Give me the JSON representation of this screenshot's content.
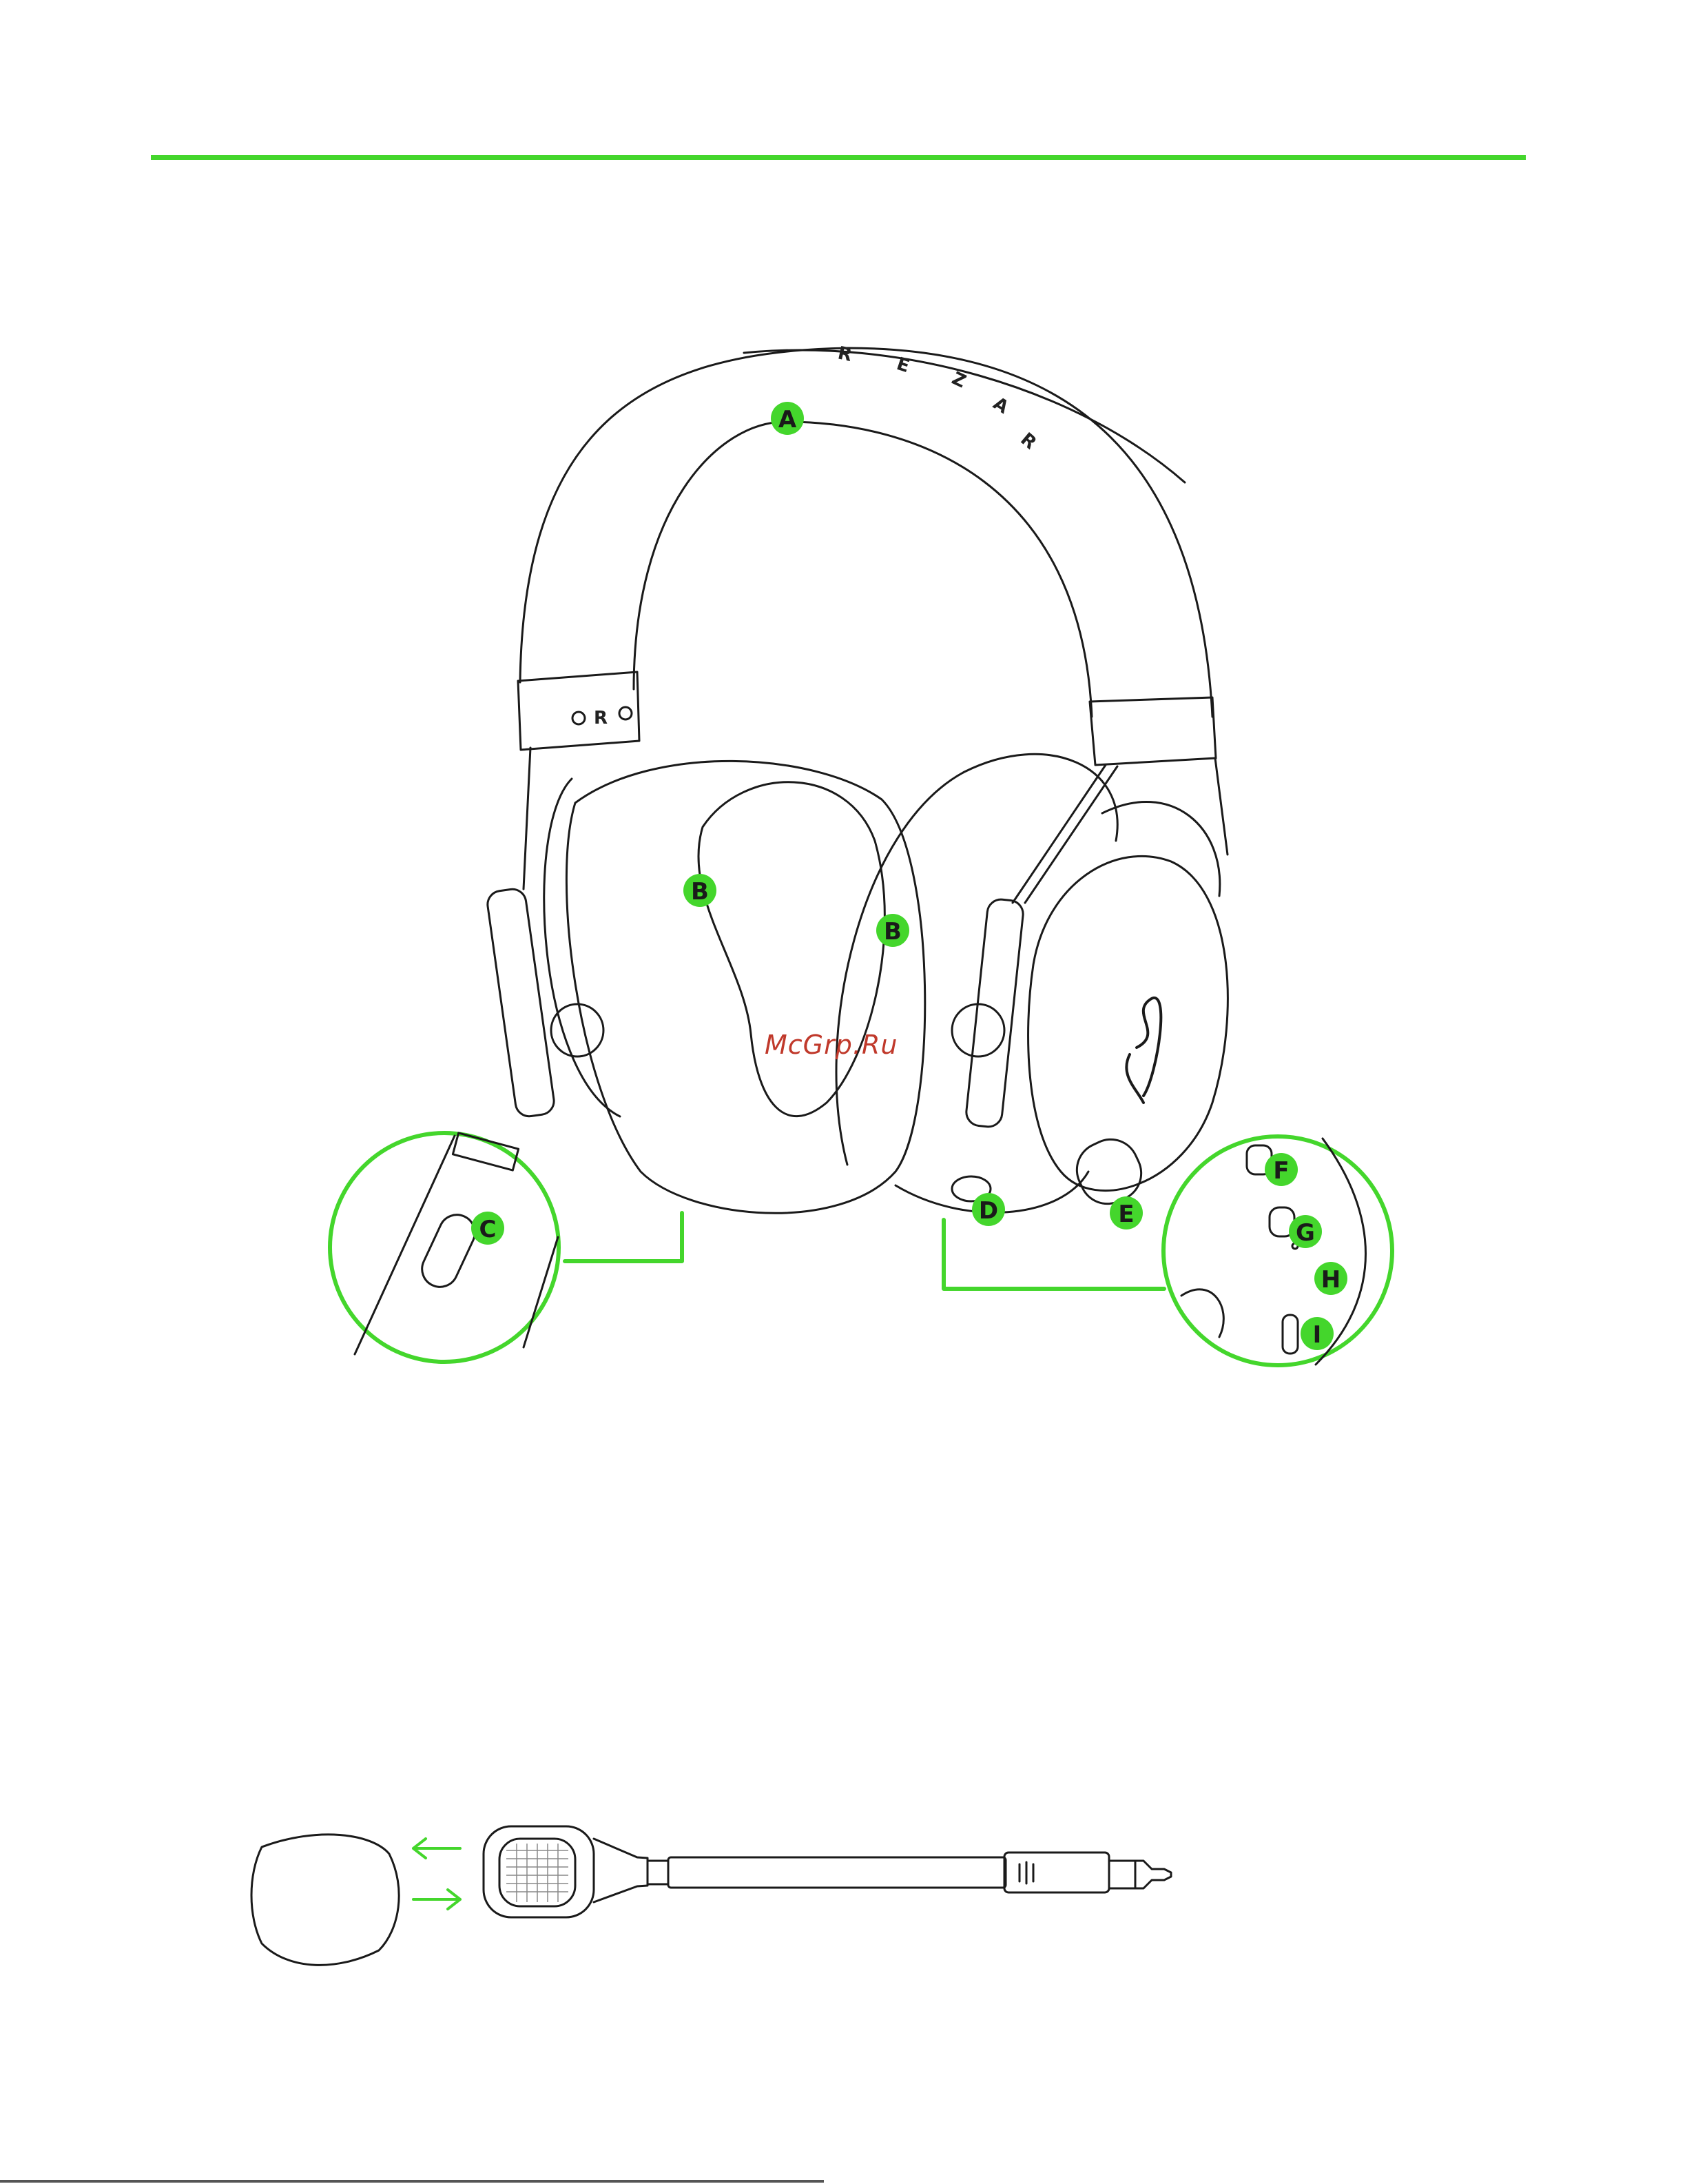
{
  "colors": {
    "accent": "#44d62c",
    "line": "#1a1a1a",
    "watermark": "#c0392b"
  },
  "headset": {
    "headband_letters": [
      "R",
      "A",
      "Z",
      "E",
      "R"
    ],
    "yoke_letters": "R",
    "callouts": [
      "A",
      "B",
      "B",
      "C",
      "D",
      "E",
      "F",
      "G",
      "H",
      "I"
    ]
  },
  "watermark": "McGrp.Ru",
  "microphone": {
    "parts": [
      "foam-windscreen",
      "mic-boom",
      "3.5mm-plug"
    ],
    "arrow_icons": [
      "arrow-left-icon",
      "arrow-right-icon"
    ]
  }
}
